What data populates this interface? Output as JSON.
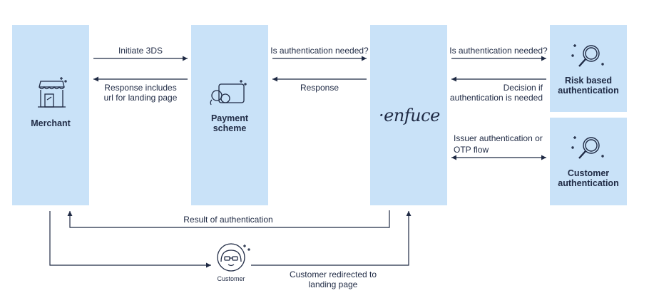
{
  "nodes": {
    "merchant": "Merchant",
    "payment_scheme_line1": "Payment",
    "payment_scheme_line2": "scheme",
    "enfuce_logo": "·enfuce",
    "risk_line1": "Risk based",
    "risk_line2": "authentication",
    "customer_auth_line1": "Customer",
    "customer_auth_line2": "authentication",
    "customer": "Customer"
  },
  "edges": {
    "initiate_3ds": "Initiate 3DS",
    "response_includes_1": "Response includes",
    "response_includes_2": "url for landing page",
    "auth_needed_1": "Is authentication needed?",
    "response": "Response",
    "auth_needed_2": "Is authentication needed?",
    "decision_1": "Decision if",
    "decision_2": "authentication is needed",
    "issuer_auth_1": "Issuer authentication or",
    "issuer_auth_2": "OTP flow",
    "result": "Result of authentication",
    "redirected_1": "Customer redirected to",
    "redirected_2": "landing page"
  },
  "colors": {
    "box_fill": "#c9e2f8",
    "line": "#1f2a44"
  }
}
